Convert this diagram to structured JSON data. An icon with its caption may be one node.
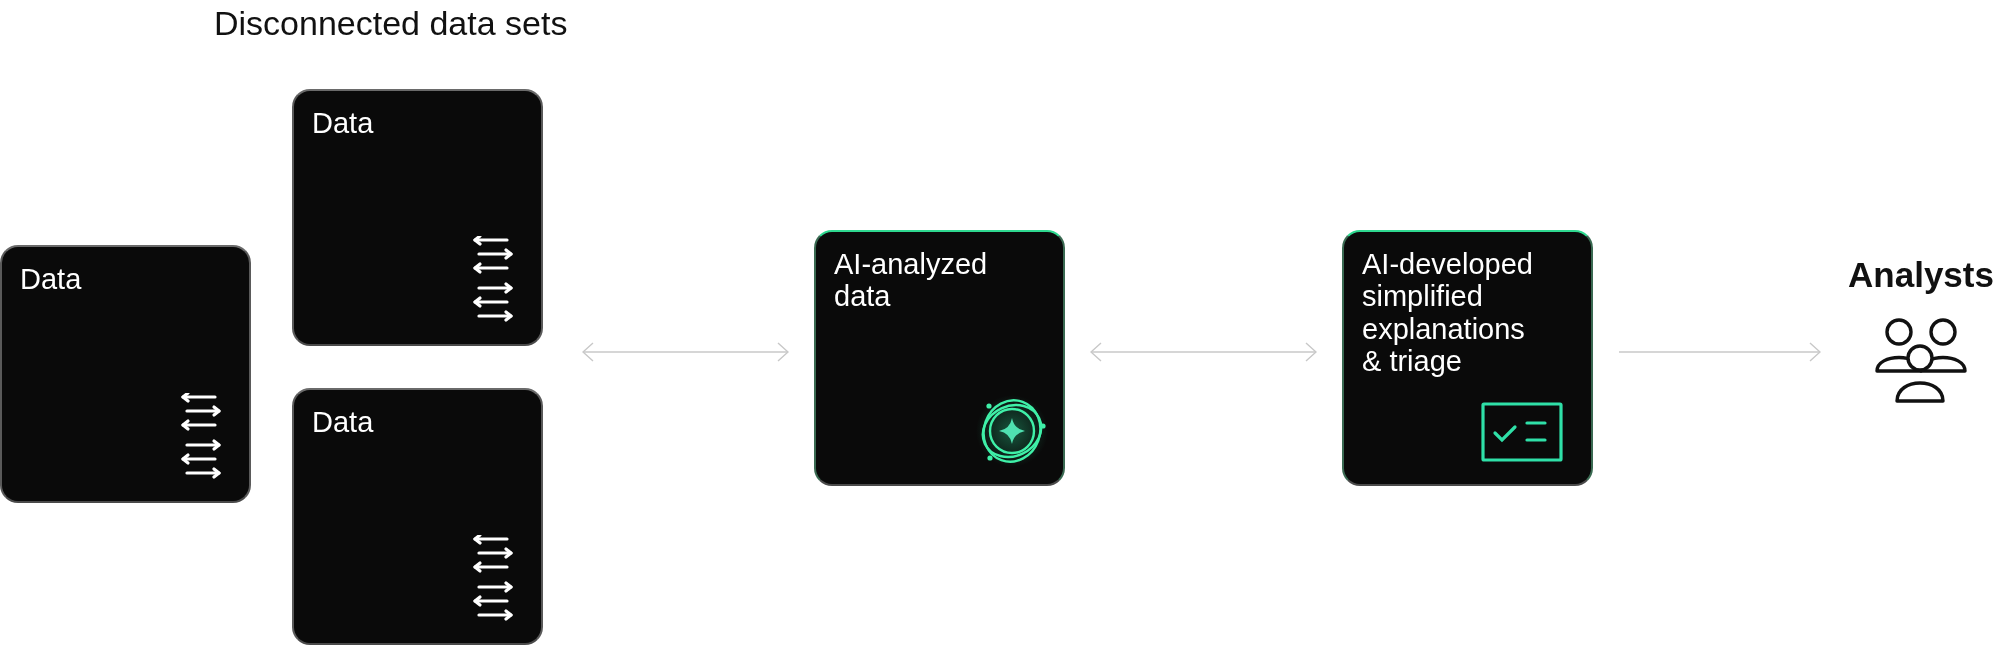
{
  "diagram": {
    "title": "Disconnected data sets",
    "nodes": [
      {
        "text": [
          "Data"
        ]
      },
      {
        "text": [
          "Data"
        ]
      },
      {
        "text": [
          "Data"
        ]
      },
      {
        "text": [
          "AI-analyzed data"
        ]
      },
      {
        "text": [
          "AI-developed simplified explanations & triage"
        ]
      },
      {
        "text": [
          "Analysts"
        ]
      }
    ],
    "edges": [
      {
        "from": 0,
        "to": 3,
        "arrow": "both"
      },
      {
        "from": 3,
        "to": 4,
        "arrow": "both"
      },
      {
        "from": 4,
        "to": 5,
        "arrow": "to"
      }
    ]
  }
}
